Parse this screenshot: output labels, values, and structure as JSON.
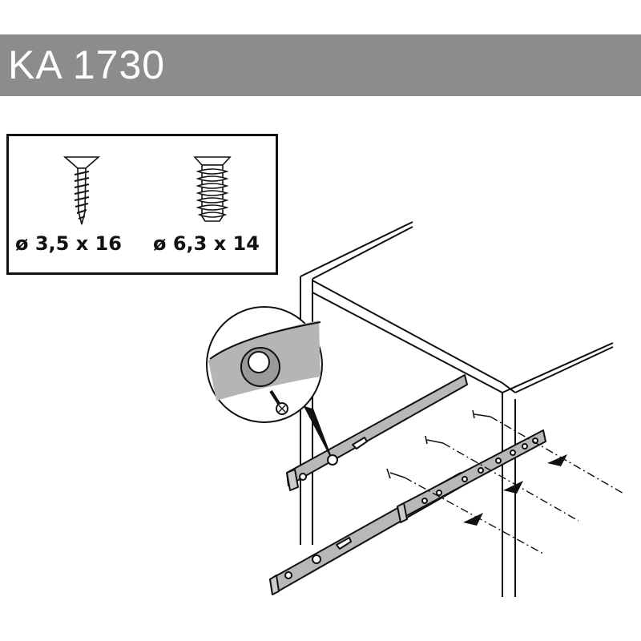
{
  "header": {
    "title": "KA 1730",
    "bar_color": "#8c8c8c"
  },
  "screws": [
    {
      "label": "ø 3,5 x 16",
      "icon": "countersunk-wood-screw-icon"
    },
    {
      "label": "ø 6,3 x 14",
      "icon": "euro-screw-icon"
    }
  ],
  "drawing": {
    "icon": "drawer-runner-installation-drawing"
  }
}
